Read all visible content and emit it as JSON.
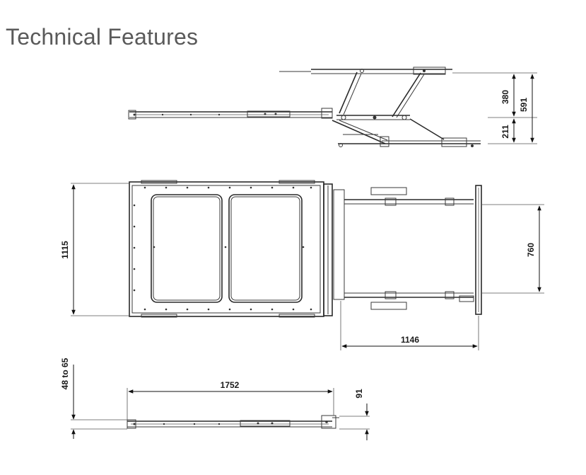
{
  "page": {
    "title": "Technical Features"
  },
  "dimensions": {
    "side_upper_height": "380",
    "side_total_height": "591",
    "side_lower_height": "211",
    "plan_width": "1115",
    "plan_inner_width": "760",
    "plan_extension_length": "1146",
    "section_height_range": "48 to 65",
    "section_length": "1752",
    "section_height": "91"
  }
}
